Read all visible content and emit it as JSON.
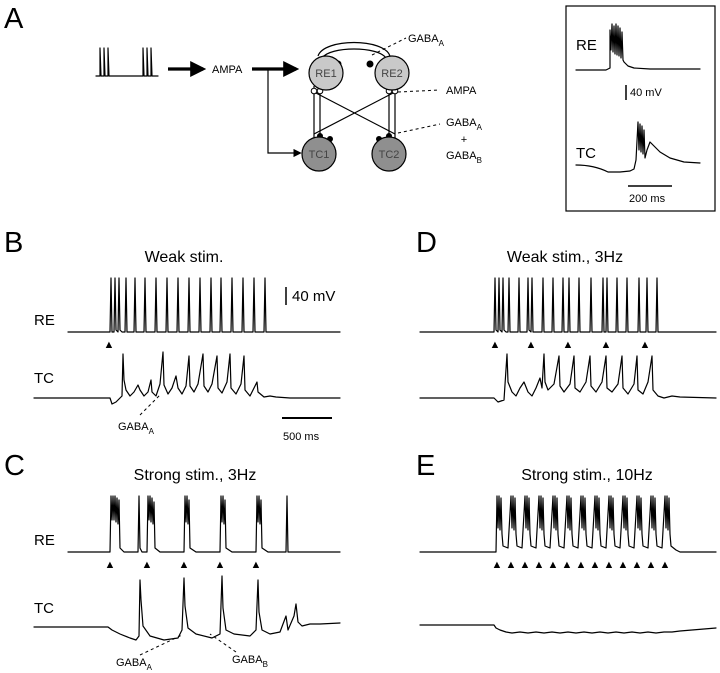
{
  "panels": {
    "a": {
      "letter": "A",
      "labels": {
        "ampa_input": "AMPA",
        "gaba_a_top": "GABA",
        "gaba_a_top_sub": "A",
        "ampa_right": "AMPA",
        "gaba_a_bottom": "GABA",
        "gaba_a_bottom_sub": "A",
        "plus": "+",
        "gaba_b": "GABA",
        "gaba_b_sub": "B"
      },
      "nodes": {
        "re1": "RE1",
        "re2": "RE2",
        "tc1": "TC1",
        "tc2": "TC2"
      },
      "colors": {
        "re_fill": "#c9c9c9",
        "tc_fill": "#8f8f8f"
      },
      "inset": {
        "re_label": "RE",
        "tc_label": "TC",
        "voltage_scale": "40 mV",
        "time_scale": "200 ms"
      }
    },
    "b": {
      "letter": "B",
      "title": "Weak stim.",
      "re_label": "RE",
      "tc_label": "TC",
      "voltage_scale": "40 mV",
      "time_scale": "500 ms",
      "annotation": "GABA",
      "annotation_sub": "A"
    },
    "c": {
      "letter": "C",
      "title": "Strong stim., 3Hz",
      "re_label": "RE",
      "tc_label": "TC",
      "annotation_1": "GABA",
      "annotation_1_sub": "A",
      "annotation_2": "GABA",
      "annotation_2_sub": "B"
    },
    "d": {
      "letter": "D",
      "title": "Weak stim., 3Hz"
    },
    "e": {
      "letter": "E",
      "title": "Strong stim., 10Hz"
    }
  }
}
